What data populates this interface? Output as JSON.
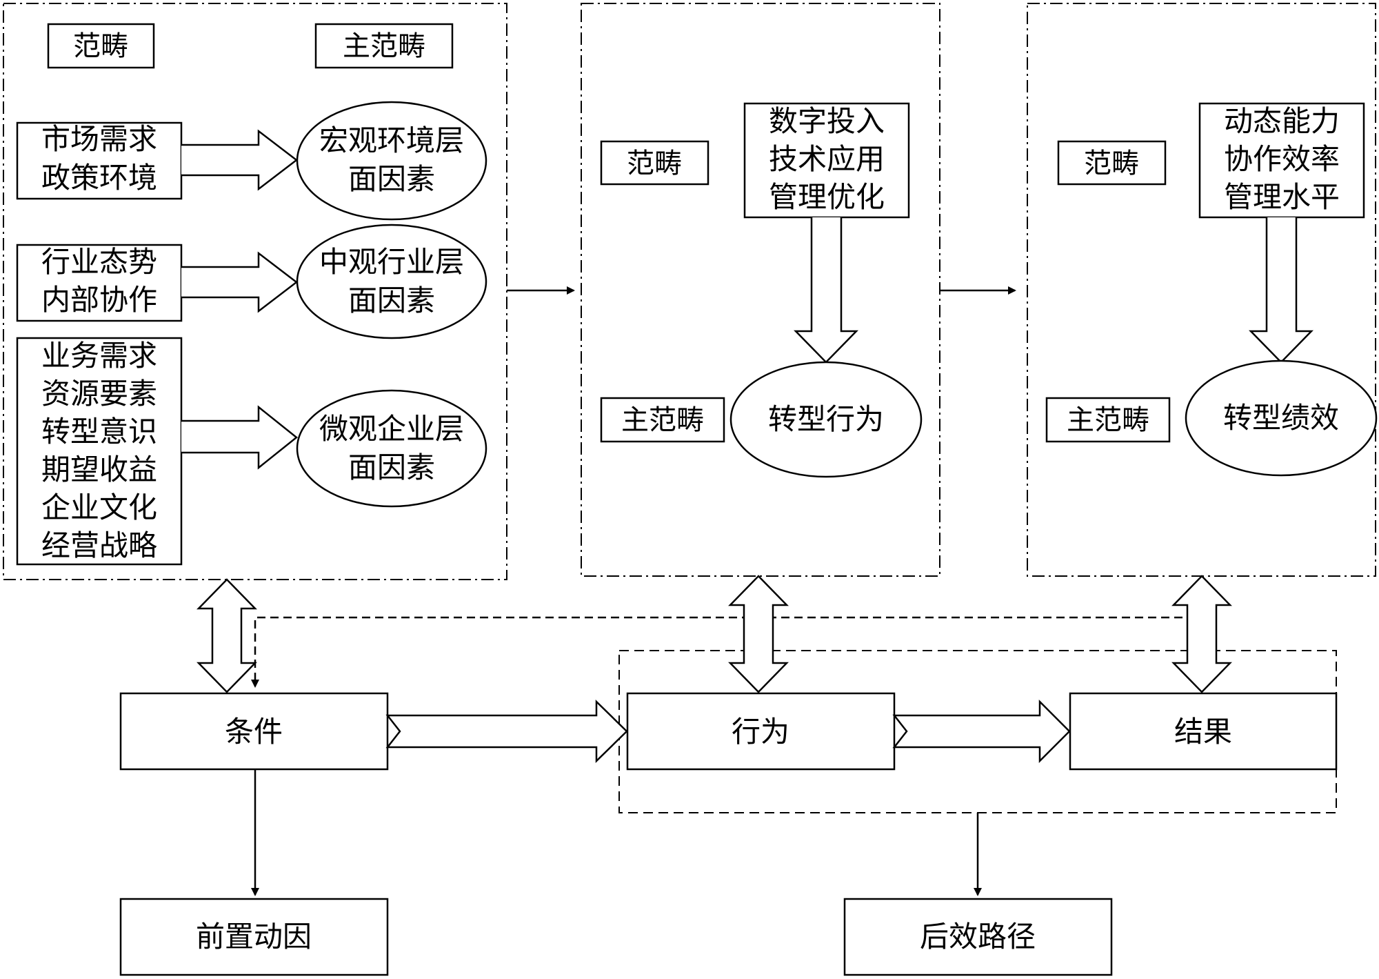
{
  "panel_condition": {
    "label_category": "范畴",
    "label_main_category": "主范畴",
    "groups": [
      {
        "inputs": [
          "市场需求",
          "政策环境"
        ],
        "factor": [
          "宏观环境层",
          "面因素"
        ]
      },
      {
        "inputs": [
          "行业态势",
          "内部协作"
        ],
        "factor": [
          "中观行业层",
          "面因素"
        ]
      },
      {
        "inputs": [
          "业务需求",
          "资源要素",
          "转型意识",
          "期望收益",
          "企业文化",
          "经营战略"
        ],
        "factor": [
          "微观企业层",
          "面因素"
        ]
      }
    ]
  },
  "panel_behavior": {
    "label_category": "范畴",
    "label_main_category": "主范畴",
    "items": [
      "数字投入",
      "技术应用",
      "管理优化"
    ],
    "main": "转型行为"
  },
  "panel_performance": {
    "label_category": "范畴",
    "label_main_category": "主范畴",
    "items": [
      "动态能力",
      "协作效率",
      "管理水平"
    ],
    "main": "转型绩效"
  },
  "flow": {
    "condition": "条件",
    "behavior": "行为",
    "result": "结果",
    "antecedent": "前置动因",
    "consequence": "后效路径"
  }
}
